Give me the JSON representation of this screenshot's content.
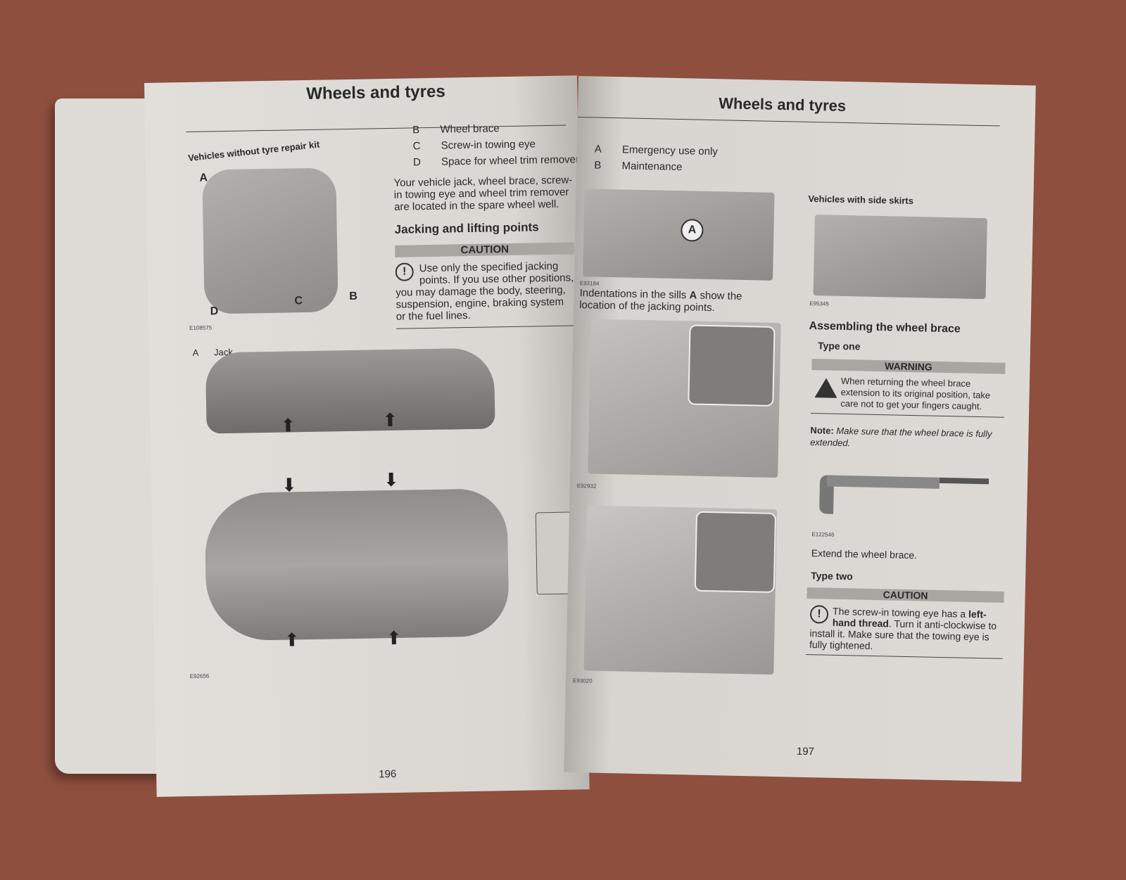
{
  "left_page": {
    "title": "Wheels and tyres",
    "subheading": "Vehicles without tyre repair kit",
    "figure1_labels": [
      "A",
      "B",
      "C",
      "D"
    ],
    "figure1_code": "E108575",
    "legend": [
      {
        "key": "A",
        "text": "Jack"
      },
      {
        "key": "B",
        "text": "Wheel brace"
      },
      {
        "key": "C",
        "text": "Screw-in towing eye"
      },
      {
        "key": "D",
        "text": "Space for wheel trim remover"
      }
    ],
    "paragraph": "Your vehicle jack, wheel brace, screw-in towing eye and wheel trim remover are located in the spare wheel well.",
    "section_heading": "Jacking and lifting points",
    "caution_label": "CAUTION",
    "caution_text": "Use only the specified jacking points. If you use other positions, you may damage the body, steering, suspension, engine, braking system or the fuel lines.",
    "figure2_code": "E92656",
    "page_number": "196"
  },
  "right_page": {
    "title": "Wheels and tyres",
    "legend": [
      {
        "key": "A",
        "text": "Emergency use only"
      },
      {
        "key": "B",
        "text": "Maintenance"
      }
    ],
    "fig_sill_code": "E93184",
    "fig_sill_label": "A",
    "sill_text_pre": "Indentations in the sills ",
    "sill_text_bold": "A",
    "sill_text_post": " show the location of the jacking points.",
    "fig_scissor_code": "E92932",
    "fig_trolley_code": "E93020",
    "side_skirts_heading": "Vehicles with side skirts",
    "fig_skirt_code": "E95345",
    "brace_heading": "Assembling the wheel brace",
    "type_one": "Type one",
    "warning_label": "WARNING",
    "warning_text": "When returning the wheel brace extension to its original position, take care not to get your fingers caught.",
    "note_label": "Note:",
    "note_text": "Make sure that the wheel brace is fully extended.",
    "fig_brace_code": "E122546",
    "extend_text": "Extend the wheel brace.",
    "type_two": "Type two",
    "caution_label": "CAUTION",
    "caution_pre": "The screw-in towing eye has a ",
    "caution_bold": "left-hand thread",
    "caution_post": ". Turn it anti-clockwise to install it. Make sure that the towing eye is fully tightened.",
    "page_number": "197"
  }
}
